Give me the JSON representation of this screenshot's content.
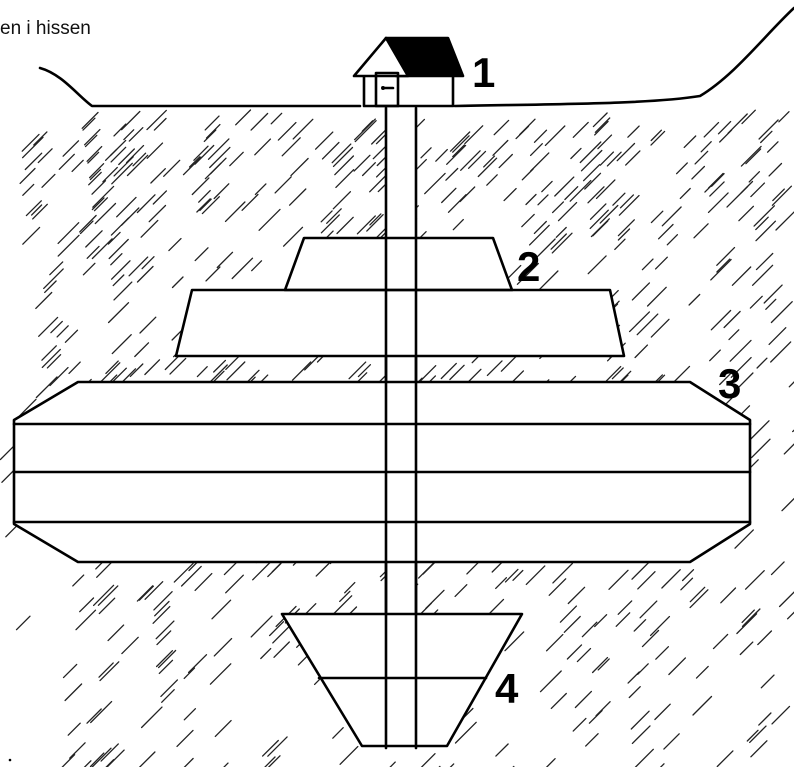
{
  "caption": "en i hissen",
  "labels": {
    "house": "1",
    "level_2": "2",
    "level_3": "3",
    "level_4": "4"
  },
  "colors": {
    "ink": "#000000",
    "roof": "#000000",
    "background": "#ffffff"
  }
}
